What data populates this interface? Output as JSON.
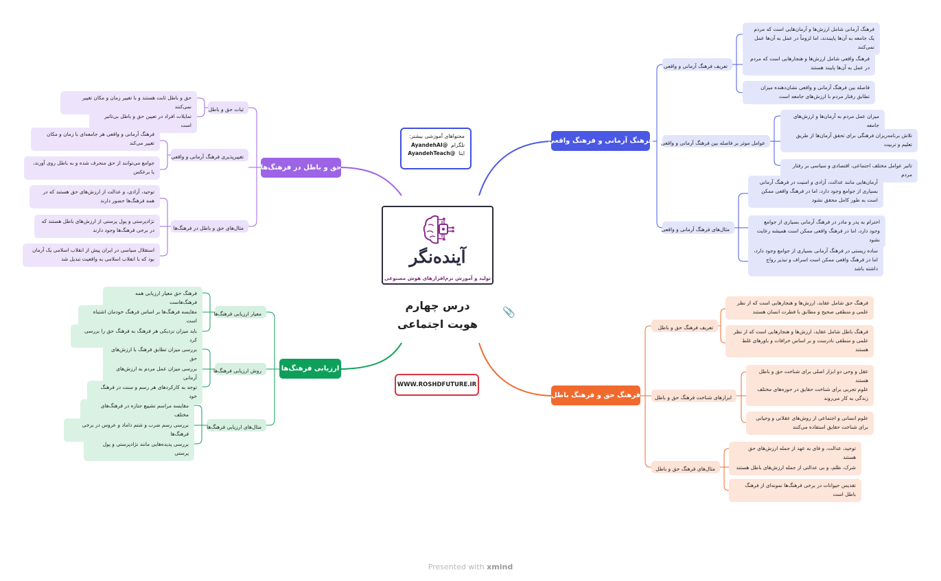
{
  "center": {
    "brand": "آینده‌نگر",
    "tagline": "تولید و آموزش نرم‌افزارهای هوش مصنوعی",
    "title_line1": "درس چهارم",
    "title_line2": "هویت اجتماعی"
  },
  "info": {
    "heading": "محتواهای آموزشی بیشتر:",
    "line1_label": "تلگرام",
    "line1_handle": "@AyandehAI",
    "line2_label": "ایتا",
    "line2_handle": "@AyandehTeach"
  },
  "site": "WWW.ROSHDFUTURE.IR",
  "footer": {
    "prefix": "Presented with",
    "brand": "xmind"
  },
  "colors": {
    "purple": "#9d64e6",
    "blue": "#4a58e3",
    "orange": "#f06a2e",
    "green": "#0ea05a"
  },
  "branches": {
    "purple": {
      "title": "حق و باطل در فرهنگ‌ها",
      "subs": [
        {
          "label": "ثبات حق و باطل",
          "leaves": [
            "حق و باطل ثابت هستند و با تغییر زمان و مکان تغییر نمی‌کنند",
            "تمایلات افراد در تعیین حق و باطل بی‌تاثیر است"
          ]
        },
        {
          "label": "تغییرپذیری فرهنگ آرمانی و واقعی",
          "leaves": [
            "فرهنگ آرمانی و واقعی هر جامعه‌ای با زمان و مکان تغییر می‌کند",
            "جوامع می‌توانند از حق منحرف شده و به باطل روی آورند، یا برعکس"
          ]
        },
        {
          "label": "مثال‌های حق و باطل در فرهنگ‌ها",
          "leaves": [
            "توحید، آزادی، و عدالت از ارزش‌های حق هستند که در همه فرهنگ‌ها حضور دارند",
            "نژادپرستی و پول پرستی از ارزش‌های باطل هستند که در برخی فرهنگ‌ها وجود دارند",
            "استقلال سیاسی در ایران پیش از انقلاب اسلامی یک آرمان بود که با انقلاب اسلامی به واقعیت تبدیل شد"
          ]
        }
      ]
    },
    "green": {
      "title": "ارزیابی فرهنگ‌ها",
      "subs": [
        {
          "label": "معیار ارزیابی فرهنگ‌ها",
          "leaves": [
            "فرهنگ حق معیار ارزیابی همه فرهنگ‌هاست",
            "مقایسه فرهنگ‌ها بر اساس فرهنگ خودمان اشتباه است",
            "باید میزان نزدیکی هر فرهنگ به فرهنگ حق را بررسی کرد"
          ]
        },
        {
          "label": "روش ارزیابی فرهنگ‌ها",
          "leaves": [
            "بررسی میزان تطابق فرهنگ با ارزش‌های حق",
            "بررسی میزان عمل مردم به ارزش‌های آرمانی",
            "توجه به کارکردهای هر رسم و سنت در فرهنگ خود"
          ]
        },
        {
          "label": "مثال‌های ارزیابی فرهنگ‌ها",
          "leaves": [
            "مقایسه مراسم تشییع جنازه در فرهنگ‌های مختلف",
            "بررسی رسم ضرب و شتم داماد و عروس در برخی فرهنگ‌ها",
            "بررسی پدیده‌هایی مانند نژادپرستی و پول پرستی"
          ]
        }
      ]
    },
    "blue": {
      "title": "فرهنگ آرمانی و فرهنگ واقعی",
      "subs": [
        {
          "label": "تعریف فرهنگ آرمانی و واقعی",
          "leaves": [
            "فرهنگ آرمانی شامل ارزش‌ها و آرمان‌هایی است که مردم یک جامعه به آن‌ها پایبندند، اما لزوماً در عمل به آن‌ها عمل نمی‌کنند",
            "فرهنگ واقعی شامل ارزش‌ها و هنجارهایی است که مردم در عمل به آن‌ها پایبند هستند",
            "فاصله بین فرهنگ آرمانی و واقعی نشان‌دهنده میزان تطابق رفتار مردم با ارزش‌های جامعه است"
          ]
        },
        {
          "label": "عوامل موثر بر فاصله بین فرهنگ آرمانی و واقعی",
          "leaves": [
            "میزان عمل مردم به آرمان‌ها و ارزش‌های جامعه",
            "تلاش برنامه‌ریزان فرهنگی برای تحقق آرمان‌ها از طریق تعلیم و تربیت",
            "تاثیر عوامل مختلف اجتماعی، اقتصادی و سیاسی بر رفتار مردم"
          ]
        },
        {
          "label": "مثال‌های فرهنگ آرمانی و واقعی",
          "leaves": [
            "آرمان‌هایی مانند عدالت، آزادی و امنیت در فرهنگ آرمانی بسیاری از جوامع وجود دارد، اما در فرهنگ واقعی ممکن است به طور کامل محقق نشود",
            "احترام به پدر و مادر در فرهنگ آرمانی بسیاری از جوامع وجود دارد، اما در فرهنگ واقعی ممکن است همیشه رعایت نشود",
            "ساده زیستی در فرهنگ آرمانی بسیاری از جوامع وجود دارد، اما در فرهنگ واقعی ممکن است اسراف و تبذیر رواج داشته باشد"
          ]
        }
      ]
    },
    "orange": {
      "title": "فرهنگ حق و فرهنگ باطل",
      "subs": [
        {
          "label": "تعریف فرهنگ حق و باطل",
          "leaves": [
            "فرهنگ حق شامل عقاید، ارزش‌ها و هنجارهایی است که از نظر علمی و منطقی صحیح و مطابق با فطرت انسان هستند",
            "فرهنگ باطل شامل عقاید، ارزش‌ها و هنجارهایی است که از نظر علمی و منطقی نادرست و بر اساس خرافات و باورهای غلط هستند"
          ]
        },
        {
          "label": "ابزارهای شناخت فرهنگ حق و باطل",
          "leaves": [
            "عقل و وحی دو ابزار اصلی برای شناخت حق و باطل هستند",
            "علوم تجربی برای شناخت حقایق در حوزه‌های مختلف زندگی به کار می‌روند",
            "علوم انسانی و اجتماعی از روش‌های عقلانی و وحیانی برای شناخت حقایق استفاده می‌کنند"
          ]
        },
        {
          "label": "مثال‌های فرهنگ حق و باطل",
          "leaves": [
            "توحید، عدالت، و فای به عهد از جمله ارزش‌های حق هستند",
            "شرک، ظلم، و بی عدالتی از جمله ارزش‌های باطل هستند",
            "تقدیس حیوانات در برخی فرهنگ‌ها نمونه‌ای از فرهنگ باطل است"
          ]
        }
      ]
    }
  }
}
